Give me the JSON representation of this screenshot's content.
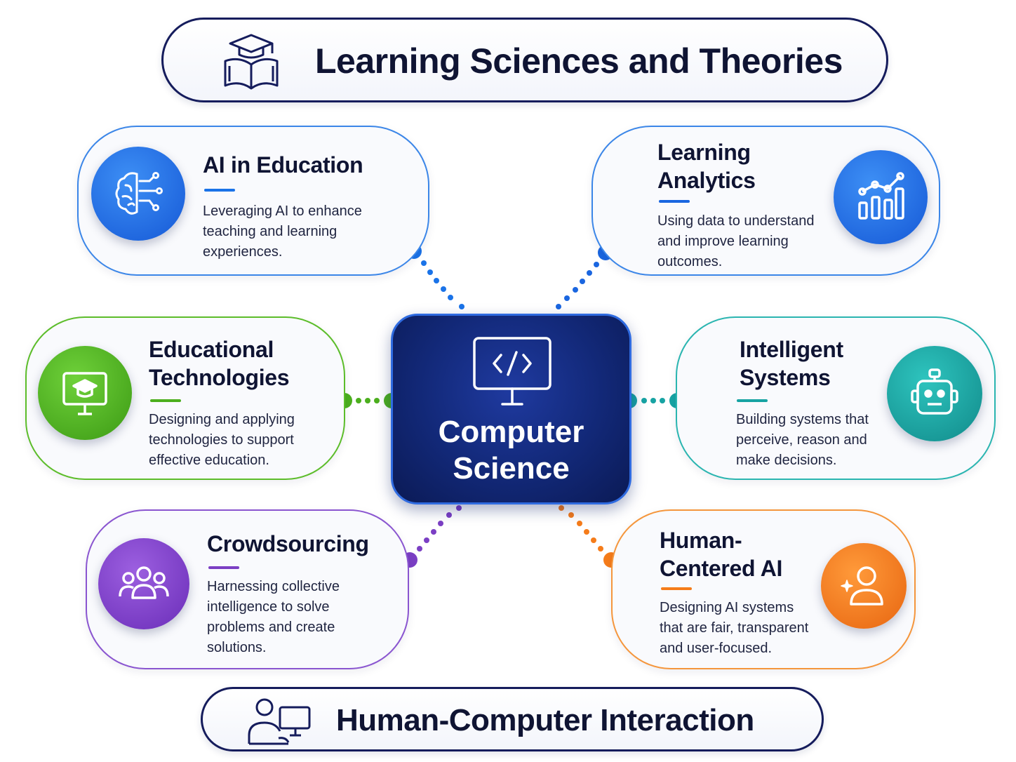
{
  "top_banner": {
    "title": "Learning Sciences and Theories",
    "icon": "graduation-cap-book-icon"
  },
  "bottom_banner": {
    "title": "Human-Computer Interaction",
    "icon": "user-computer-icon"
  },
  "center": {
    "title": "Computer Science",
    "icon": "code-monitor-icon",
    "color": "#122877"
  },
  "cards": {
    "ai_education": {
      "title": "AI in Education",
      "desc": "Leveraging AI to enhance teaching and learning experiences.",
      "icon": "brain-circuit-icon",
      "color": "#1a73e8"
    },
    "learning_analytics": {
      "title": "Learning Analytics",
      "desc": "Using data to understand and improve learning outcomes.",
      "icon": "analytics-chart-icon",
      "color": "#1a66e0"
    },
    "educational_technologies": {
      "title": "Educational Technologies",
      "desc": "Designing and applying technologies to support effective education.",
      "icon": "monitor-graduation-icon",
      "color": "#4caf1e"
    },
    "intelligent_systems": {
      "title": "Intelligent Systems",
      "desc": "Building systems that perceive, reason and make decisions.",
      "icon": "robot-icon",
      "color": "#17a3a3"
    },
    "crowdsourcing": {
      "title": "Crowdsourcing",
      "desc": "Harnessing collective intelligence to solve problems and create solutions.",
      "icon": "group-people-icon",
      "color": "#7b3fc4"
    },
    "human_centered_ai": {
      "title": "Human-Centered AI",
      "desc": "Designing AI systems that are fair, transparent and user-focused.",
      "icon": "user-sparkle-icon",
      "color": "#f57c1a"
    }
  }
}
